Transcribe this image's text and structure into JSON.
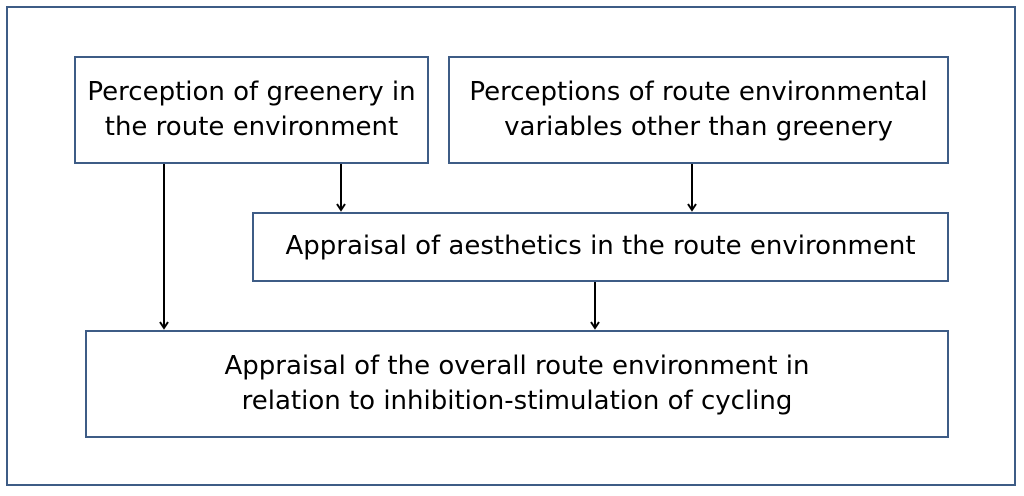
{
  "boxes": {
    "greenery": {
      "line1": "Perception of greenery in",
      "line2": "the route environment"
    },
    "other": {
      "line1": "Perceptions of route environmental",
      "line2": "variables other than greenery"
    },
    "aesthetics": {
      "line1": "Appraisal of aesthetics in the route environment"
    },
    "overall": {
      "line1": "Appraisal of the overall route environment in",
      "line2": "relation to inhibition-stimulation of cycling"
    }
  },
  "colors": {
    "border": "#3e5c86",
    "arrow": "#000000",
    "text": "#000000"
  }
}
